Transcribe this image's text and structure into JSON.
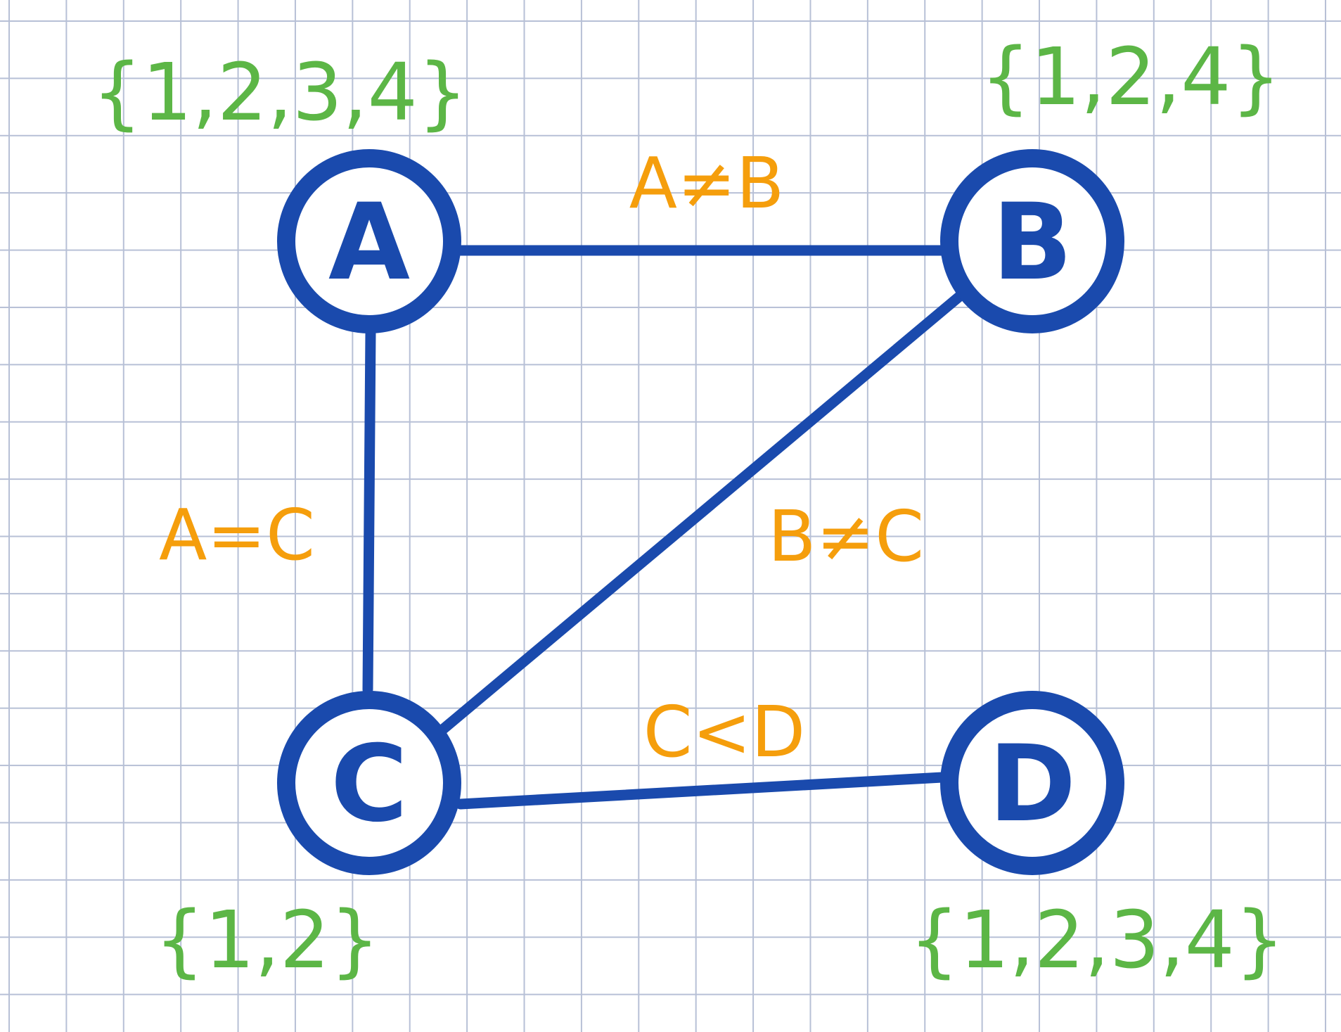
{
  "colors": {
    "grid": "#b7c0d6",
    "graph": "#1a4aad",
    "domain": "#5cb646",
    "constraint": "#f59e0c",
    "background": "#ffffff"
  },
  "nodes": [
    {
      "id": "A",
      "label": "A",
      "domain": "{1,2,3,4}"
    },
    {
      "id": "B",
      "label": "B",
      "domain": "{1,2,4}"
    },
    {
      "id": "C",
      "label": "C",
      "domain": "{1,2}"
    },
    {
      "id": "D",
      "label": "D",
      "domain": "{1,2,3,4}"
    }
  ],
  "edges": [
    {
      "from": "A",
      "to": "B",
      "constraint": "A≠B"
    },
    {
      "from": "A",
      "to": "C",
      "constraint": "A=C"
    },
    {
      "from": "B",
      "to": "C",
      "constraint": "B≠C"
    },
    {
      "from": "C",
      "to": "D",
      "constraint": "C<D"
    }
  ]
}
